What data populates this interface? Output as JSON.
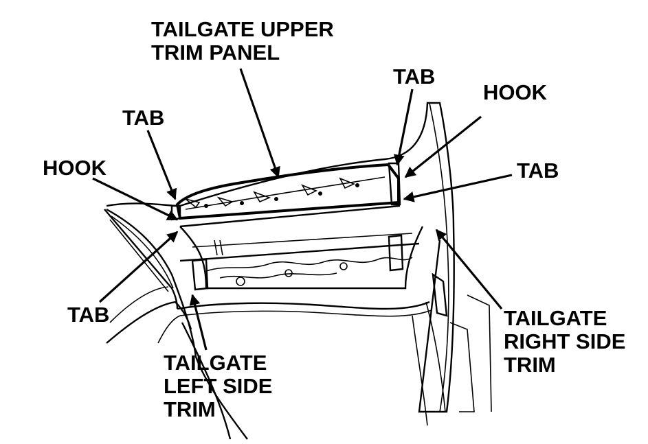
{
  "labels": {
    "upper_panel": {
      "line1": "TAILGATE UPPER",
      "line2": "TRIM PANEL"
    },
    "tab_top_right": "TAB",
    "hook_top_right": "HOOK",
    "tab_right": "TAB",
    "tab_top_left": "TAB",
    "hook_left": "HOOK",
    "tab_bottom_left": "TAB",
    "right_side_trim": {
      "line1": "TAILGATE",
      "line2": "RIGHT SIDE",
      "line3": "TRIM"
    },
    "left_side_trim": {
      "line1": "TAILGATE",
      "line2": "LEFT SIDE",
      "line3": "TRIM"
    }
  },
  "colors": {
    "ink": "#000000",
    "paper": "#ffffff"
  }
}
